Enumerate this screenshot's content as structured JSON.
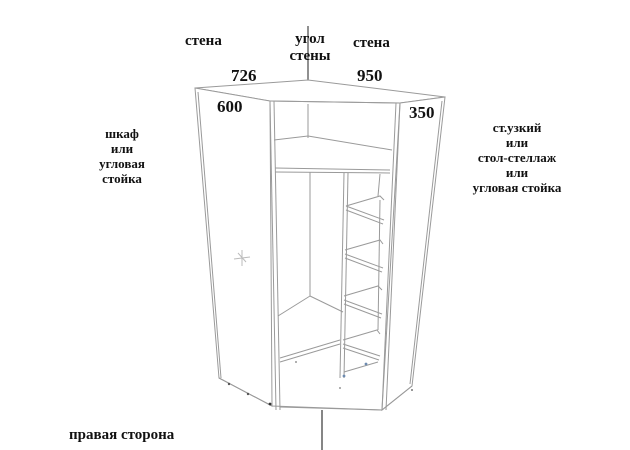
{
  "diagram": {
    "type": "corner-wardrobe-isometric",
    "labels": {
      "wall_left": "стена",
      "wall_corner_line1": "угол",
      "wall_corner_line2": "стены",
      "wall_right": "стена",
      "side_note": "правая сторона"
    },
    "dimensions": {
      "top_left": "726",
      "top_right": "950",
      "left_depth": "600",
      "right_depth": "350"
    },
    "left_note": {
      "lines": [
        "шкаф",
        "или",
        "угловая",
        "стойка"
      ]
    },
    "right_note": {
      "lines": [
        "ст.узкий",
        "или",
        "стол-стеллаж",
        "или",
        "угловая стойка"
      ]
    },
    "colors": {
      "line": "#9a9a9a",
      "dark_line": "#444444",
      "text": "#111111",
      "background": "#ffffff"
    }
  }
}
